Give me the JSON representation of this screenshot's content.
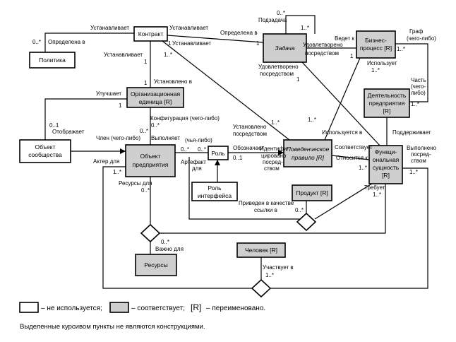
{
  "entities": {
    "contract": "Контракт",
    "policy": "Политика",
    "task": "Задача",
    "business_process": [
      "Бизнес-",
      "процесс [R]"
    ],
    "org_unit": [
      "Организационная",
      "единица [R]"
    ],
    "enterprise_activity": [
      "Деятельность",
      "предприятия",
      "[R]"
    ],
    "business_rule": [
      "Поведенческое",
      "правило [R]"
    ],
    "community_object": [
      "Объект",
      "сообщества"
    ],
    "enterprise_object": [
      "Объект",
      "предприятия"
    ],
    "role": "Роль",
    "interface_role": [
      "Роль",
      "интерфейса"
    ],
    "product": "Продукт [R]",
    "functional_entity": [
      "Функци-",
      "ональная",
      "сущность",
      "[R]"
    ],
    "resources": "Ресурсы",
    "person": "Человек [R]"
  },
  "labels": {
    "contract_sets_left": "Устанавливает",
    "contract_sets_right": "Устанавливает",
    "defined_in_policy": "Определена в",
    "defined_in_task": "Определена в",
    "contract_sets_mid": "Устанавливает",
    "contract_sets_down": "Устанавливает",
    "subtask": "Подзадача",
    "leads_to": "Ведет к",
    "satisfied_by_1": "Удовлетворено",
    "satisfied_by_2": "посредством",
    "satisfied_by_3": "Удовлетворено",
    "satisfied_by_4": "посредством",
    "uses": "Использует",
    "graph_1": "Граф",
    "graph_2": "(чего-либо)",
    "part_1": "Часть",
    "part_2": "(чего-",
    "part_3": "либо)",
    "established_in": "Установлено в",
    "improves": "Улучшает",
    "configuration": "Конфигурация (чего-либо)",
    "reflects": "Отображает",
    "member_of": "Член (чего-либо)",
    "performs": "Выполняет",
    "established_by_1": "Установлено",
    "established_by_2": "посредством",
    "used_in": "Используется в",
    "supports": "Поддерживает",
    "whose": "(чья-либо)",
    "artifact_1": "Артефакт",
    "artifact_2": "для",
    "actor_for": "Актер для",
    "designates": "Обозначает",
    "identified_1": "Идентифи-",
    "identified_2": "цировано",
    "identified_3": "посред-",
    "identified_4": "ством",
    "corresponds": "Соответствует",
    "relates_to": "Относится к",
    "performed_1": "Выполнено",
    "performed_2": "посред-",
    "performed_3": "ством",
    "resources_for": "Ресурсы для",
    "reduced_1": "Приведен в качестве",
    "reduced_2": "ссылки в",
    "requires": "Требует",
    "important_for": "Важно для",
    "participates": "Участвует в"
  },
  "multiplicities": {
    "m_policy": "0..*",
    "m_subtask_top": "0..*",
    "m_subtask_loop": "1..*",
    "m_contract_right": "1",
    "m_task_left": "1",
    "m_task_bottom": "1",
    "m_contract_down": "1..*",
    "m_contract_below": "1",
    "m_bp_right": "1..*",
    "m_bp_left": "1",
    "m_uses": "1..*",
    "m_org_top": "1",
    "m_improves": "1",
    "m_community_top": "0..1",
    "m_config": "0..*",
    "m_member": "0..*",
    "m_activity": "1..*",
    "m_rule_left": "1..*",
    "m_rule_top": "1..*",
    "m_role_top": "0..*",
    "m_artifact": "0..*",
    "m_eo_left": "1..*",
    "m_role_right": "0..1",
    "m_eo_bottom": "0..*",
    "m_fe_left": "1..*",
    "m_fe_right": "1..*",
    "m_product": "0..*",
    "m_fe_bottom": "1..*",
    "m_resources": "0..*",
    "m_person": "1..*"
  },
  "legend": {
    "not_used": "– не используется;",
    "corresponds": "– соответствует;",
    "renamed_mark": "[R]",
    "renamed": "– переименовано.",
    "note": "Выделенные курсивом пункты не являются конструкциями."
  }
}
